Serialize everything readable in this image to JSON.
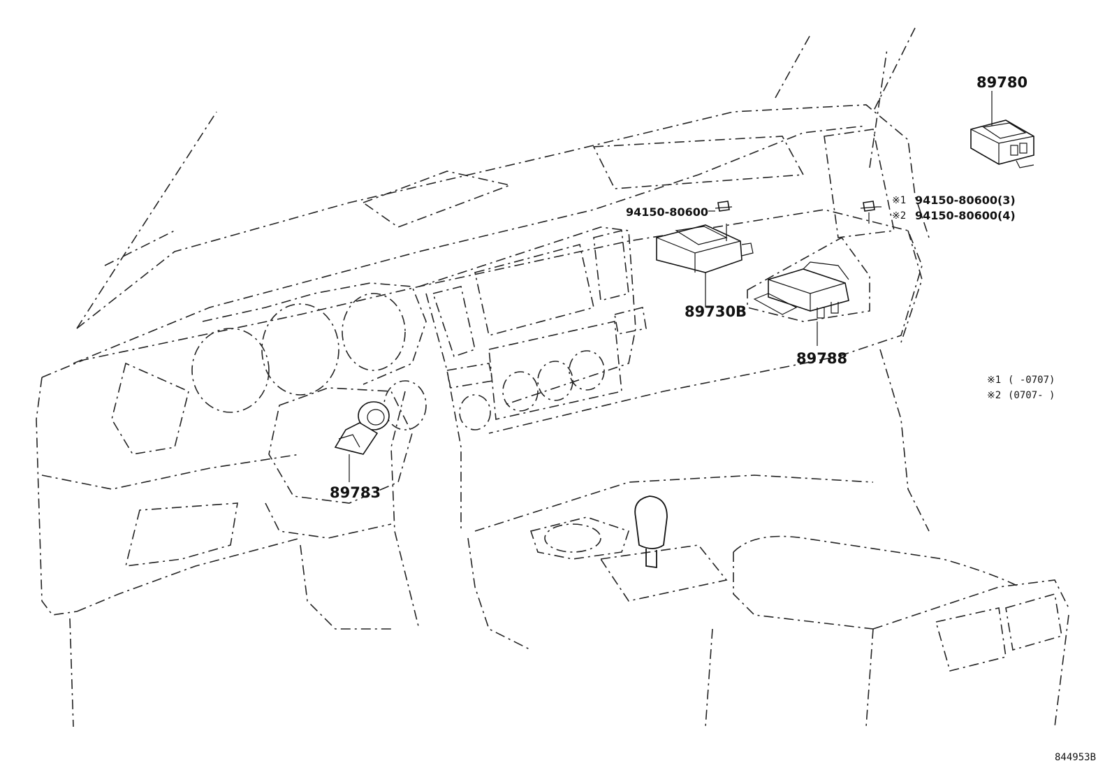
{
  "labels": {
    "part_89780": "89780",
    "part_89730b": "89730B",
    "part_89788": "89788",
    "part_89783": "89783",
    "bolt_left": "94150-80600",
    "bolt_right_1_mark": "※1",
    "bolt_right_1": "94150-80600(3)",
    "bolt_right_2_mark": "※2",
    "bolt_right_2": "94150-80600(4)",
    "note_1_mark": "※1",
    "note_1_range": "(     -0707)",
    "note_2_mark": "※2",
    "note_2_range": "(0707-     )",
    "diagram_id": "844953B"
  }
}
